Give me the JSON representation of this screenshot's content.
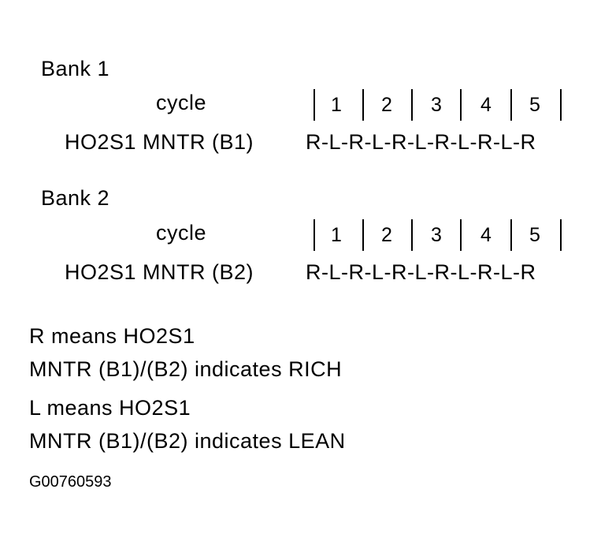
{
  "bank1": {
    "title": "Bank 1",
    "cycle_label": "cycle",
    "cycles": [
      "1",
      "2",
      "3",
      "4",
      "5"
    ],
    "monitor_label": "HO2S1 MNTR (B1)",
    "sequence": "R-L-R-L-R-L-R-L-R-L-R"
  },
  "bank2": {
    "title": "Bank 2",
    "cycle_label": "cycle",
    "cycles": [
      "1",
      "2",
      "3",
      "4",
      "5"
    ],
    "monitor_label": "HO2S1 MNTR (B2)",
    "sequence": "R-L-R-L-R-L-R-L-R-L-R"
  },
  "legend": {
    "r_line1": "R means HO2S1",
    "r_line2": "MNTR (B1)/(B2) indicates RICH",
    "l_line1": "L means HO2S1",
    "l_line2": "MNTR (B1)/(B2) indicates LEAN"
  },
  "figure_id": "G00760593"
}
